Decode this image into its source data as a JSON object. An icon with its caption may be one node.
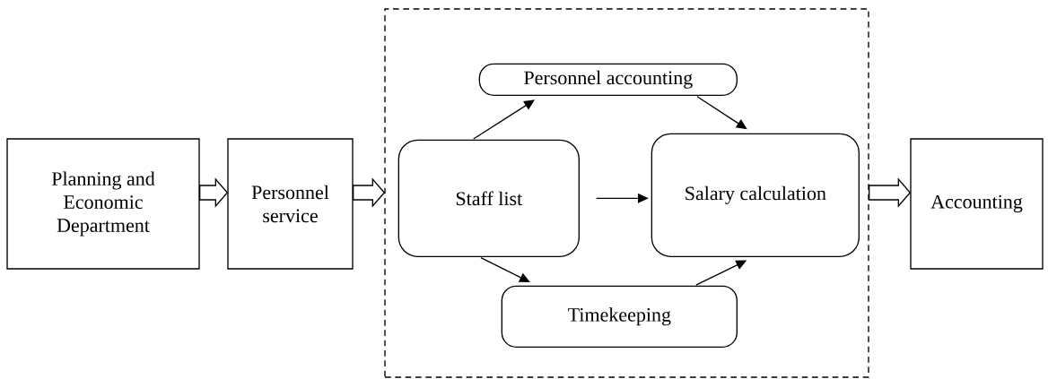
{
  "diagram": {
    "nodes": [
      {
        "text": [
          "Planning and Economic Department"
        ]
      },
      {
        "text": [
          "Personnel service"
        ]
      },
      {
        "text": [],
        "shape": "box"
      },
      {
        "text": [
          "Personnel accounting"
        ],
        "in": 2
      },
      {
        "text": [
          "Staff list"
        ],
        "in": 2
      },
      {
        "text": [
          "Salary calculation"
        ],
        "in": 2
      },
      {
        "text": [
          "Timekeeping"
        ],
        "in": 2
      },
      {
        "text": [
          "Accounting"
        ]
      }
    ],
    "edges": [
      {
        "from": 0,
        "to": 1,
        "arrow": "to",
        "style": "thick"
      },
      {
        "from": 1,
        "to": 2,
        "arrow": "to",
        "style": "thick"
      },
      {
        "from": 4,
        "to": 3,
        "arrow": "to"
      },
      {
        "from": 3,
        "to": 5,
        "arrow": "to"
      },
      {
        "from": 4,
        "to": 5,
        "arrow": "to"
      },
      {
        "from": 4,
        "to": 6,
        "arrow": "to"
      },
      {
        "from": 6,
        "to": 5,
        "arrow": "to"
      },
      {
        "from": 2,
        "to": 7,
        "arrow": "to",
        "style": "thick"
      }
    ]
  }
}
